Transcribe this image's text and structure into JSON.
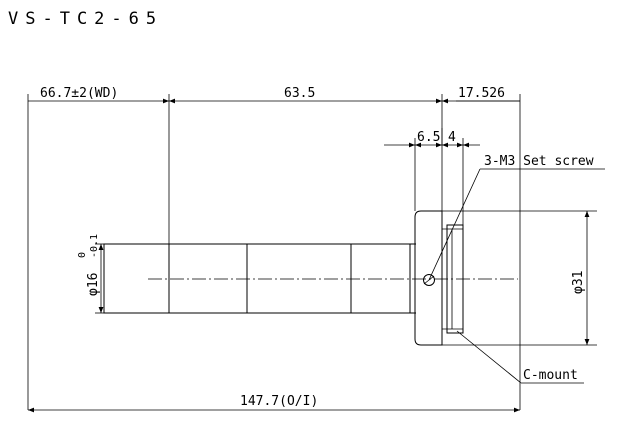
{
  "title": "VS-TC2-65",
  "dimensions": {
    "working_distance": "66.7±2(WD)",
    "length_mid": "63.5",
    "length_right": "17.526",
    "length_65": "6.5",
    "length_4": "4",
    "total_length": "147.7(O/I)",
    "diameter_small": "φ16",
    "tol_upper": "0",
    "tol_lower": "-0.1",
    "diameter_large": "φ31"
  },
  "callouts": {
    "set_screw": "3-M3 Set screw",
    "c_mount": "C-mount"
  }
}
